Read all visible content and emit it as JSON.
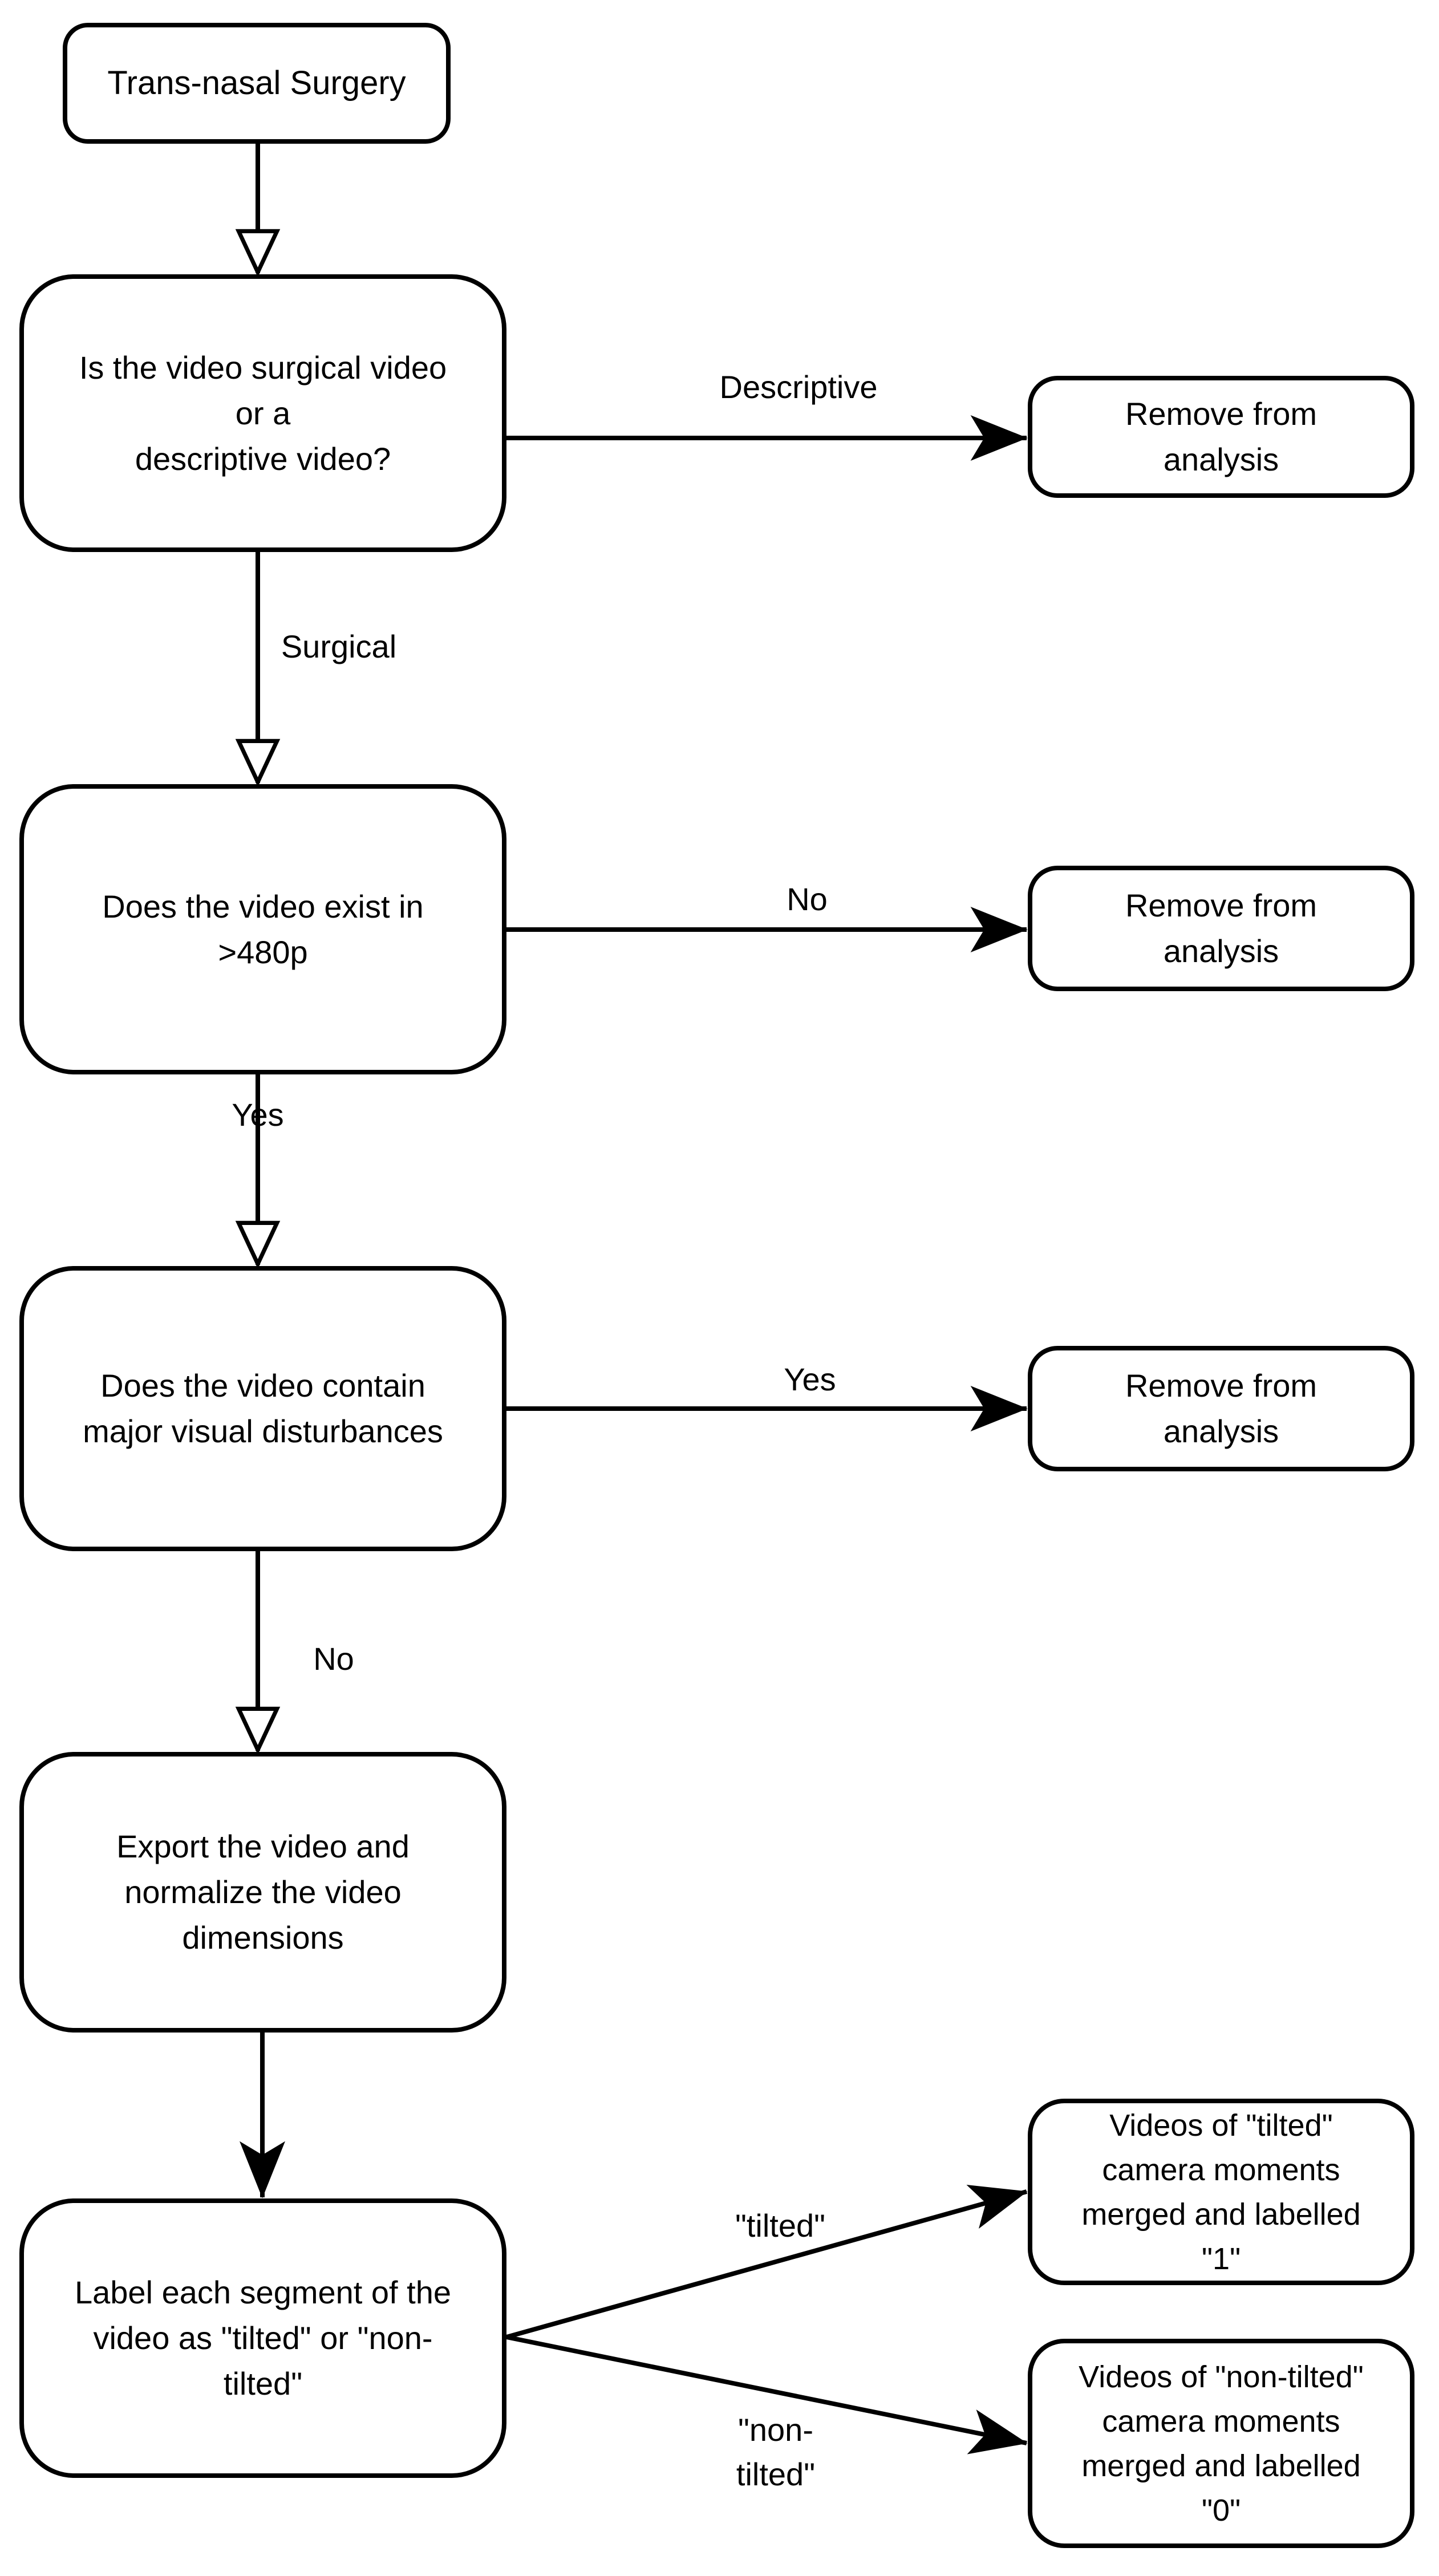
{
  "nodes": {
    "start": {
      "label": "Trans-nasal Surgery"
    },
    "q_type": {
      "lines": [
        "Is the video surgical video",
        "or a",
        "descriptive video?"
      ]
    },
    "q_res": {
      "lines": [
        "Does the video exist in",
        ">480p"
      ]
    },
    "q_dist": {
      "lines": [
        "Does the video contain",
        "major visual disturbances"
      ]
    },
    "export": {
      "lines": [
        "Export the video and",
        "normalize the video",
        "dimensions"
      ]
    },
    "label_seg": {
      "lines": [
        "Label each segment of the",
        "video as \"tilted\" or \"non-",
        "tilted\""
      ]
    },
    "remove1": {
      "lines": [
        "Remove from",
        "analysis"
      ]
    },
    "remove2": {
      "lines": [
        "Remove from",
        "analysis"
      ]
    },
    "remove3": {
      "lines": [
        "Remove from",
        "analysis"
      ]
    },
    "tilted_out": {
      "lines": [
        "Videos of \"tilted\"",
        "camera moments",
        "merged and labelled",
        "\"1\""
      ]
    },
    "nontilted_out": {
      "lines": [
        "Videos of \"non-tilted\"",
        "camera moments",
        "merged and labelled",
        "\"0\""
      ]
    }
  },
  "edge_labels": {
    "descriptive": "Descriptive",
    "surgical": "Surgical",
    "yes_480": "Yes",
    "no_480": "No",
    "yes_dist": "Yes",
    "no_dist": "No",
    "tilted": "\"tilted\"",
    "non_tilted_line1": "\"non-",
    "non_tilted_line2": "tilted\""
  },
  "colors": {
    "stroke": "#000000",
    "background": "#ffffff",
    "box_fill": "#ffffff"
  }
}
